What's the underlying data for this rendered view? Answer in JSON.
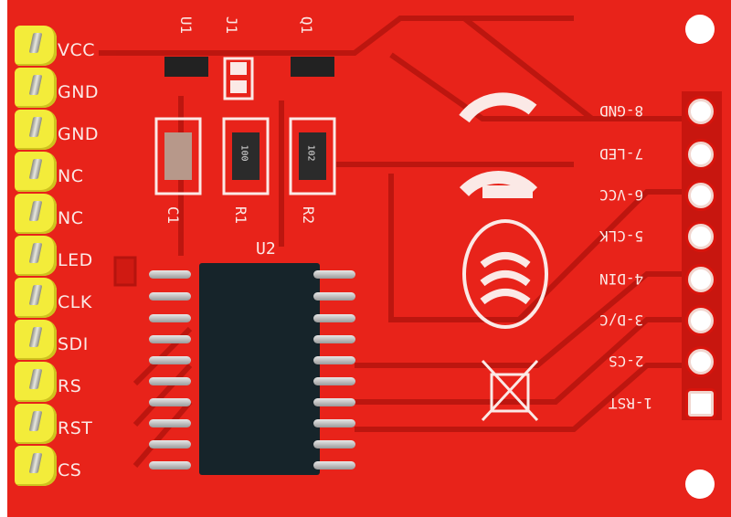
{
  "board": {
    "color": "#e8231a",
    "left_header_labels": [
      "VCC",
      "GND",
      "GND",
      "NC",
      "NC",
      "LED",
      "CLK",
      "SDI",
      "RS",
      "RST",
      "CS"
    ],
    "right_header_labels": [
      "8-GND",
      "7-LED",
      "6-VCC",
      "5-CLK",
      "4-DIN",
      "3-D/C",
      "2-CS",
      "1-RST"
    ],
    "components": {
      "u1": "U1",
      "j1": "J1",
      "q1": "Q1",
      "c1": "C1",
      "r1": "R1",
      "r2": "R2",
      "u2": "U2",
      "r1_code": "100",
      "r2_code": "102"
    }
  }
}
